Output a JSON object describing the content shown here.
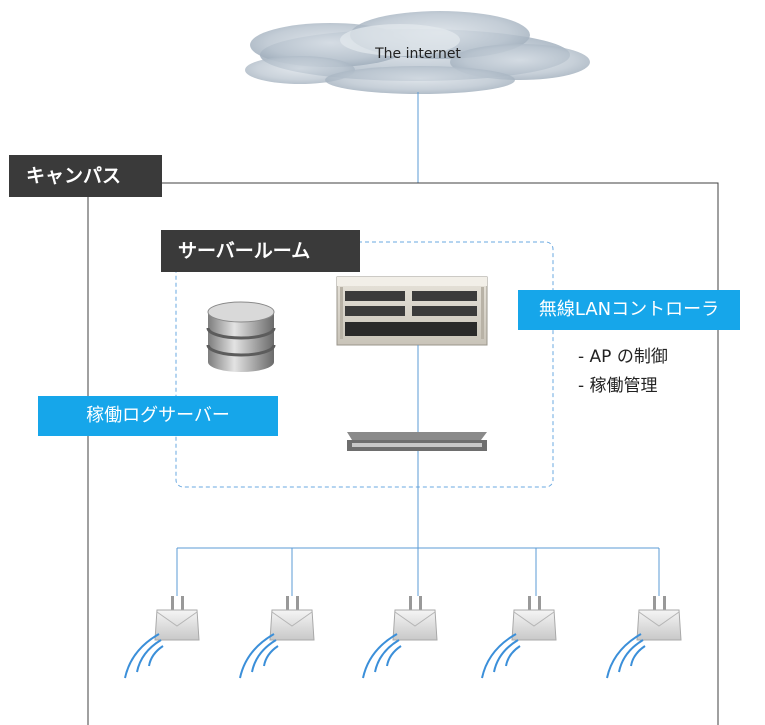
{
  "cloud": {
    "label": "The internet"
  },
  "campus": {
    "label": "キャンパス"
  },
  "server_room": {
    "label": "サーバールーム"
  },
  "controller": {
    "label": "無線LANコントローラ",
    "notes": [
      "- AP の制御",
      "- 稼働管理"
    ]
  },
  "log_server": {
    "label": "稼働ログサーバー"
  },
  "access_point_count": 5,
  "colors": {
    "line": "#5b9bd5",
    "dark_label": "#3a3a3a",
    "blue_label": "#16a6ea",
    "campus_border": "#404040",
    "server_room_border": "#6aa8e0"
  }
}
